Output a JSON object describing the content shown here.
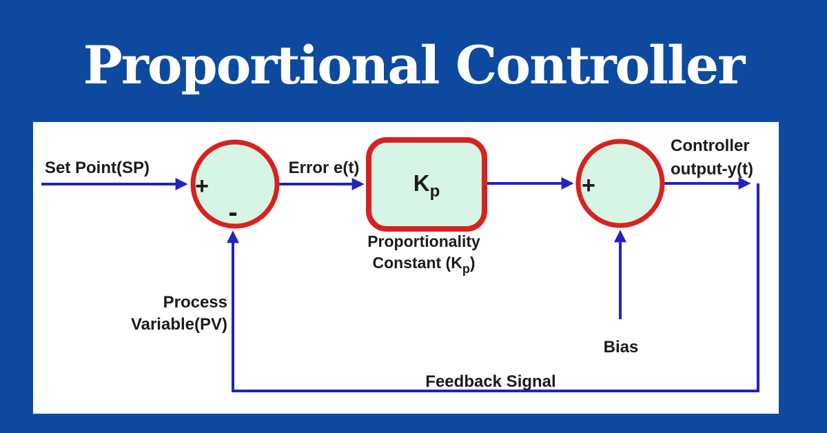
{
  "title": "Proportional Controller",
  "colors": {
    "background_blue": "#0d4a9f",
    "panel_white": "#ffffff",
    "signal_blue": "#2222c0",
    "block_border_red": "#d92121",
    "block_fill_mint": "#d6f5e4",
    "text_black": "#1b1b1b",
    "title_white": "#ffffff"
  },
  "diagram": {
    "set_point_label": "Set Point(SP)",
    "error_label": "Error e(t)",
    "controller_output_line1": "Controller",
    "controller_output_line2": "output-y(t)",
    "summing_junction_1": {
      "plus": "+",
      "minus": "-"
    },
    "summing_junction_2": {
      "plus": "+"
    },
    "gain_block": {
      "symbol_main": "K",
      "symbol_sub": "p"
    },
    "gain_caption_line1": "Proportionality",
    "gain_caption_line2_prefix": "Constant (K",
    "gain_caption_line2_sub": "p",
    "gain_caption_line2_suffix": ")",
    "process_variable_line1": "Process",
    "process_variable_line2": "Variable(PV)",
    "bias_label": "Bias",
    "feedback_label": "Feedback Signal"
  }
}
